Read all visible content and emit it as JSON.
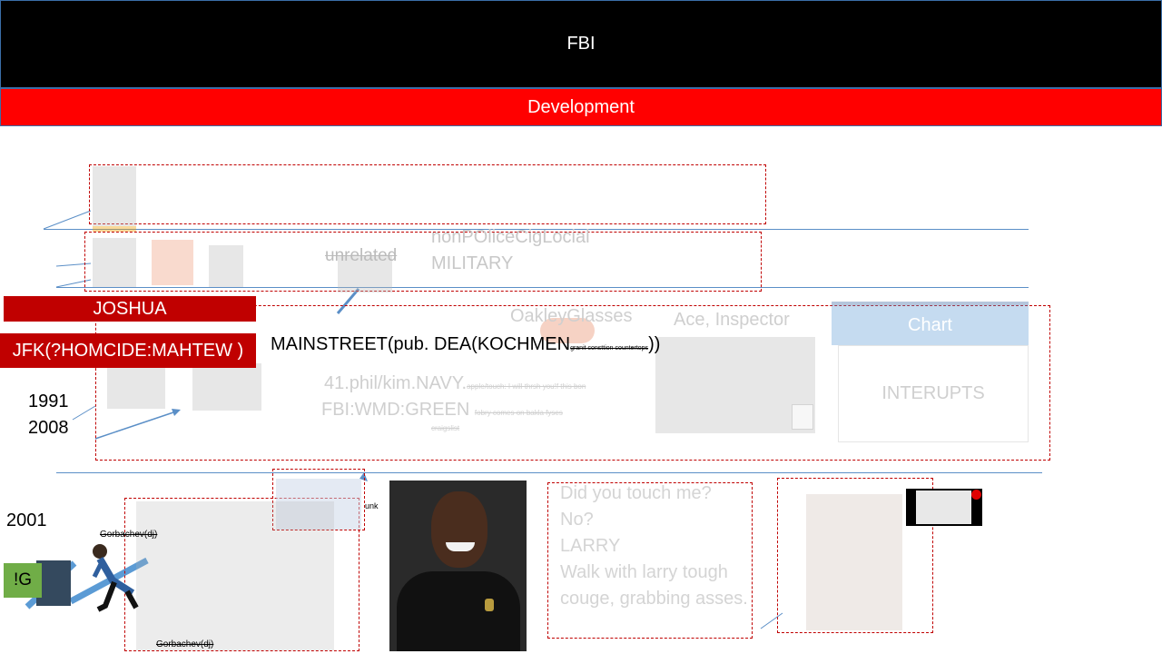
{
  "header": {
    "title": "FBI",
    "subtitle": "Development"
  },
  "labels": {
    "joshua": "JOSHUA",
    "jfk": "JFK(?HOMCIDE:MAHTEW )",
    "year_1991": "1991",
    "year_2008": "2008",
    "year_2001": "2001",
    "ig": "!G",
    "unrelated": "unrelated",
    "nonpolice": "nonPOliceCigLocial",
    "military": "MILITARY",
    "oakley": "OakleyGlasses",
    "ace": "Ace, Inspector",
    "chart": "Chart",
    "interupts": "INTERUPTS",
    "mainstreet_main": "MAINSTREET(pub. DEA(KOCHMEN",
    "mainstreet_small": "granit consttion countertops",
    "mainstreet_close": "))",
    "phil": "41.phil/kim.NAVY.",
    "phil_small": "apple/touch: I will thrsh you!f this bon",
    "wmd": "FBI:WMD:GREEN",
    "wmd_small": "fobry comes on bakla fyses",
    "craig": "craigslist",
    "gorb_top": "Gorbachev(dj)",
    "gorb_bottom": "Gorbachev(dj)",
    "unk": "unk"
  },
  "dialogue": [
    "Did you touch me?",
    "No?",
    "LARRY",
    "Walk with larry tough couge, grabbing asses."
  ],
  "colors": {
    "accent_red": "#c00000",
    "bright_red": "#ff0000",
    "blue_line": "#5b8fc7",
    "green": "#70ad47"
  }
}
